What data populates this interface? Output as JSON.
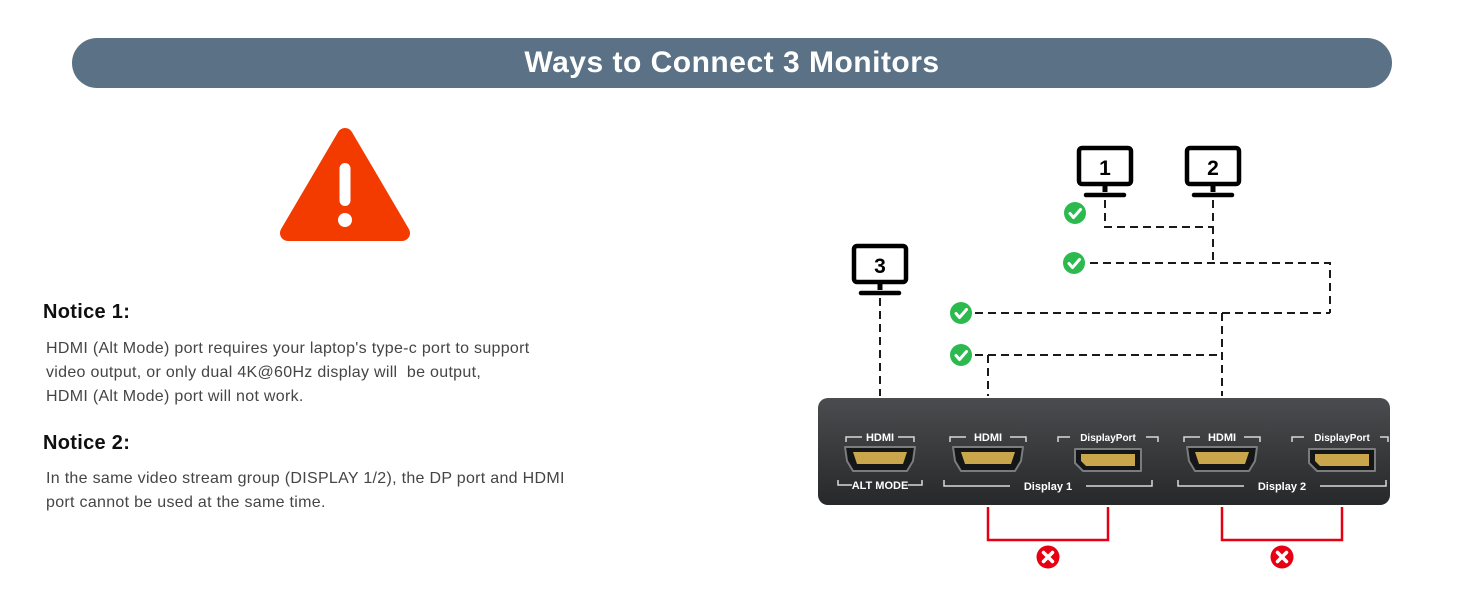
{
  "title": "Ways to Connect 3 Monitors",
  "notices": {
    "n1": {
      "heading": "Notice 1:",
      "line1": "HDMI (Alt Mode) port requires your laptop's type-c port to support",
      "line2": "video output, or only dual 4K@60Hz display will  be output,",
      "line3": "HDMI (Alt Mode) port will not work."
    },
    "n2": {
      "heading": "Notice 2:",
      "line1": "In the same video stream group (DISPLAY 1/2), the DP port and HDMI",
      "line2": "port cannot be used at the same time."
    }
  },
  "monitors": {
    "m1": "1",
    "m2": "2",
    "m3": "3"
  },
  "dock": {
    "alt_mode": {
      "port": "HDMI",
      "group": "ALT MODE"
    },
    "display1": {
      "hdmi": "HDMI",
      "dp": "DisplayPort",
      "group": "Display 1"
    },
    "display2": {
      "hdmi": "HDMI",
      "dp": "DisplayPort",
      "group": "Display 2"
    }
  },
  "colors": {
    "banner": "#5a7186",
    "warning": "#f33b00",
    "success": "#2cba4f",
    "error": "#e60012",
    "dock": "#343638",
    "port_gold": "#c9a64b"
  }
}
